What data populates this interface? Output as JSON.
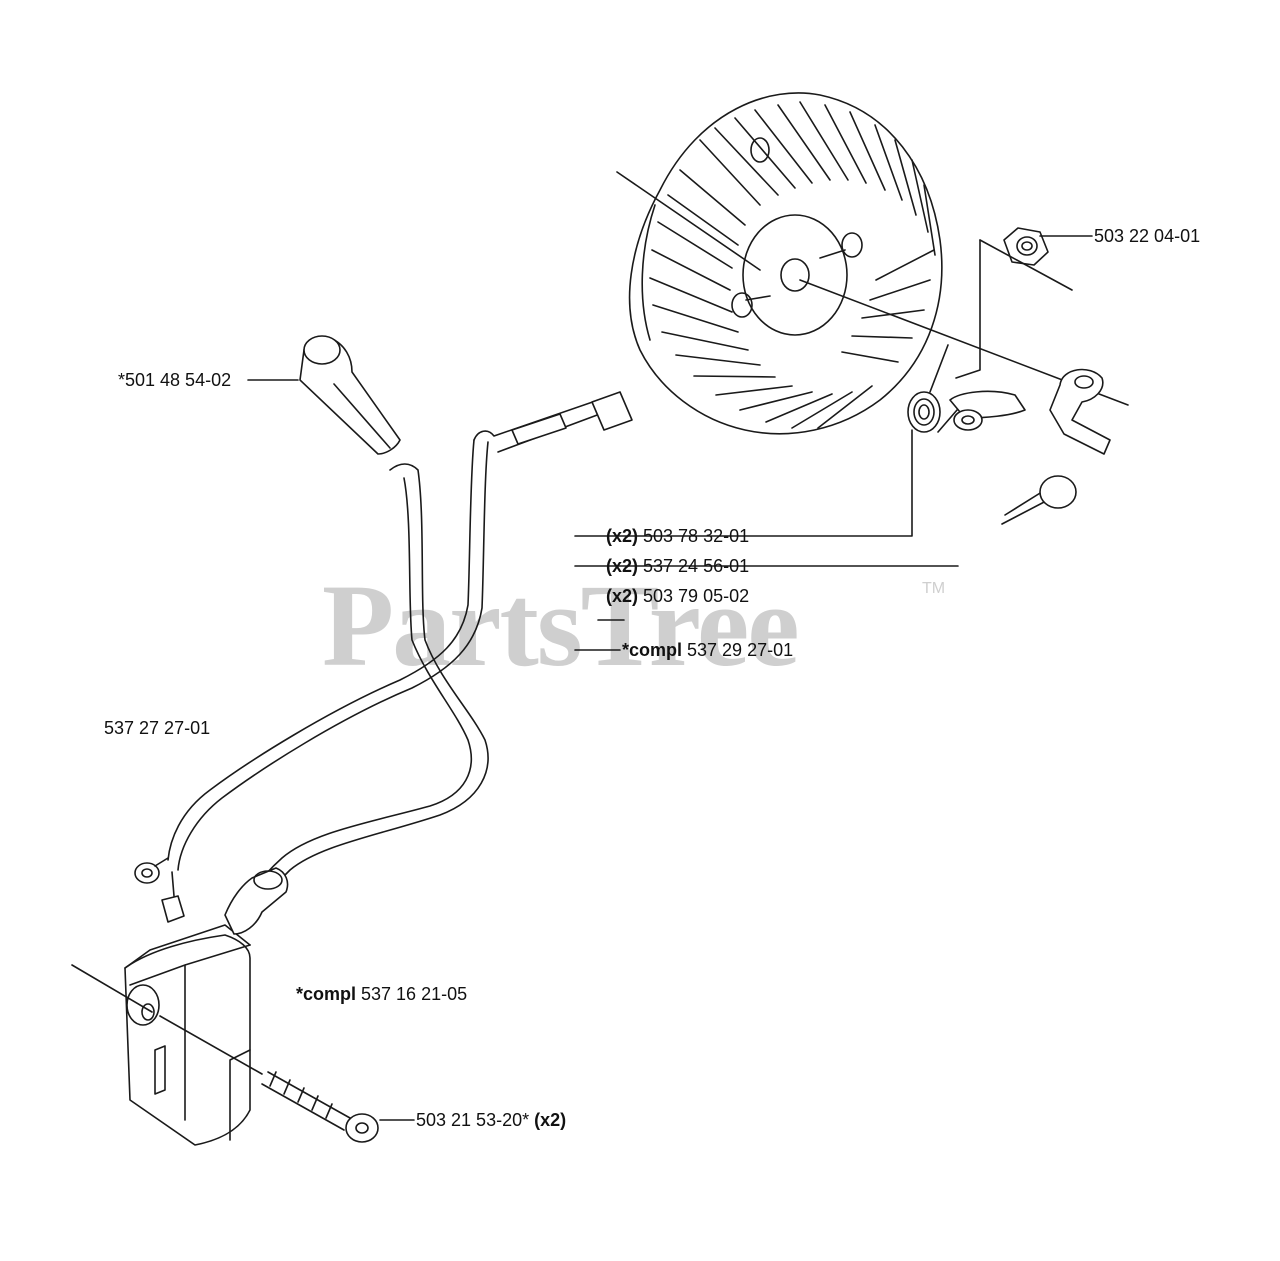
{
  "watermark": {
    "brand": "PartsTree",
    "trademark": "TM"
  },
  "labels": {
    "nut": {
      "text": "503 22 04-01"
    },
    "spark_cap": {
      "text": "*501 48 54-02"
    },
    "spring": {
      "prefix": "(x2)",
      "text": " 503 78 32-01"
    },
    "pawl": {
      "prefix": "(x2)",
      "text": " 537 24 56-01"
    },
    "washer": {
      "prefix": "(x2)",
      "text": " 503 79 05-02"
    },
    "flywheel_compl": {
      "prefix": "*compl",
      "text": " 537 29 27-01"
    },
    "wire": {
      "text": "537 27 27-01"
    },
    "module_compl": {
      "prefix": "*compl",
      "text": " 537 16 21-05"
    },
    "screw": {
      "text": "503 21 53-20* ",
      "suffix": "(x2)"
    }
  },
  "colors": {
    "line": "#1a1a1a",
    "watermark": "#cfcfcf"
  }
}
